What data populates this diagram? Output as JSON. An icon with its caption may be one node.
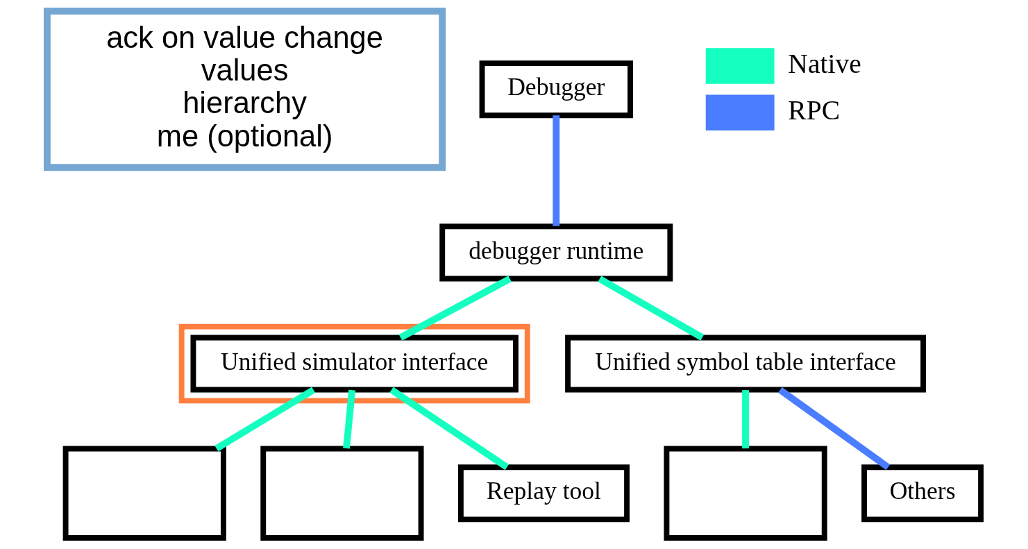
{
  "diagram": {
    "nodes": [
      {
        "text": [
          "ack on value change",
          "values",
          "hierarchy",
          "me (optional)"
        ]
      },
      {
        "text": [
          "Debugger"
        ]
      },
      {
        "text": [
          "debugger runtime"
        ]
      },
      {
        "text": [],
        "shape": "box"
      },
      {
        "text": [
          "Unified simulator interface"
        ],
        "in": 3
      },
      {
        "text": [
          "Unified symbol table interface"
        ]
      },
      {
        "text": [],
        "shape": "box"
      },
      {
        "text": [],
        "shape": "box"
      },
      {
        "text": [
          "Replay tool"
        ]
      },
      {
        "text": [],
        "shape": "box"
      },
      {
        "text": [
          "Others"
        ]
      }
    ],
    "edges": [
      {
        "from": 1,
        "to": 2,
        "arrow": "none",
        "color": "#4a7dff"
      },
      {
        "from": 2,
        "to": 4,
        "arrow": "none"
      },
      {
        "from": 2,
        "to": 5,
        "arrow": "none"
      },
      {
        "from": 4,
        "to": 6,
        "arrow": "none"
      },
      {
        "from": 4,
        "to": 7,
        "arrow": "none"
      },
      {
        "from": 4,
        "to": 8,
        "arrow": "none"
      },
      {
        "from": 5,
        "to": 9,
        "arrow": "none"
      },
      {
        "from": 5,
        "to": 10,
        "arrow": "none",
        "color": "#4a7dff"
      }
    ],
    "legend": [
      {
        "text": "Native",
        "color": "#14ffc0"
      },
      {
        "text": "RPC",
        "color": "#4a7dff"
      }
    ]
  }
}
